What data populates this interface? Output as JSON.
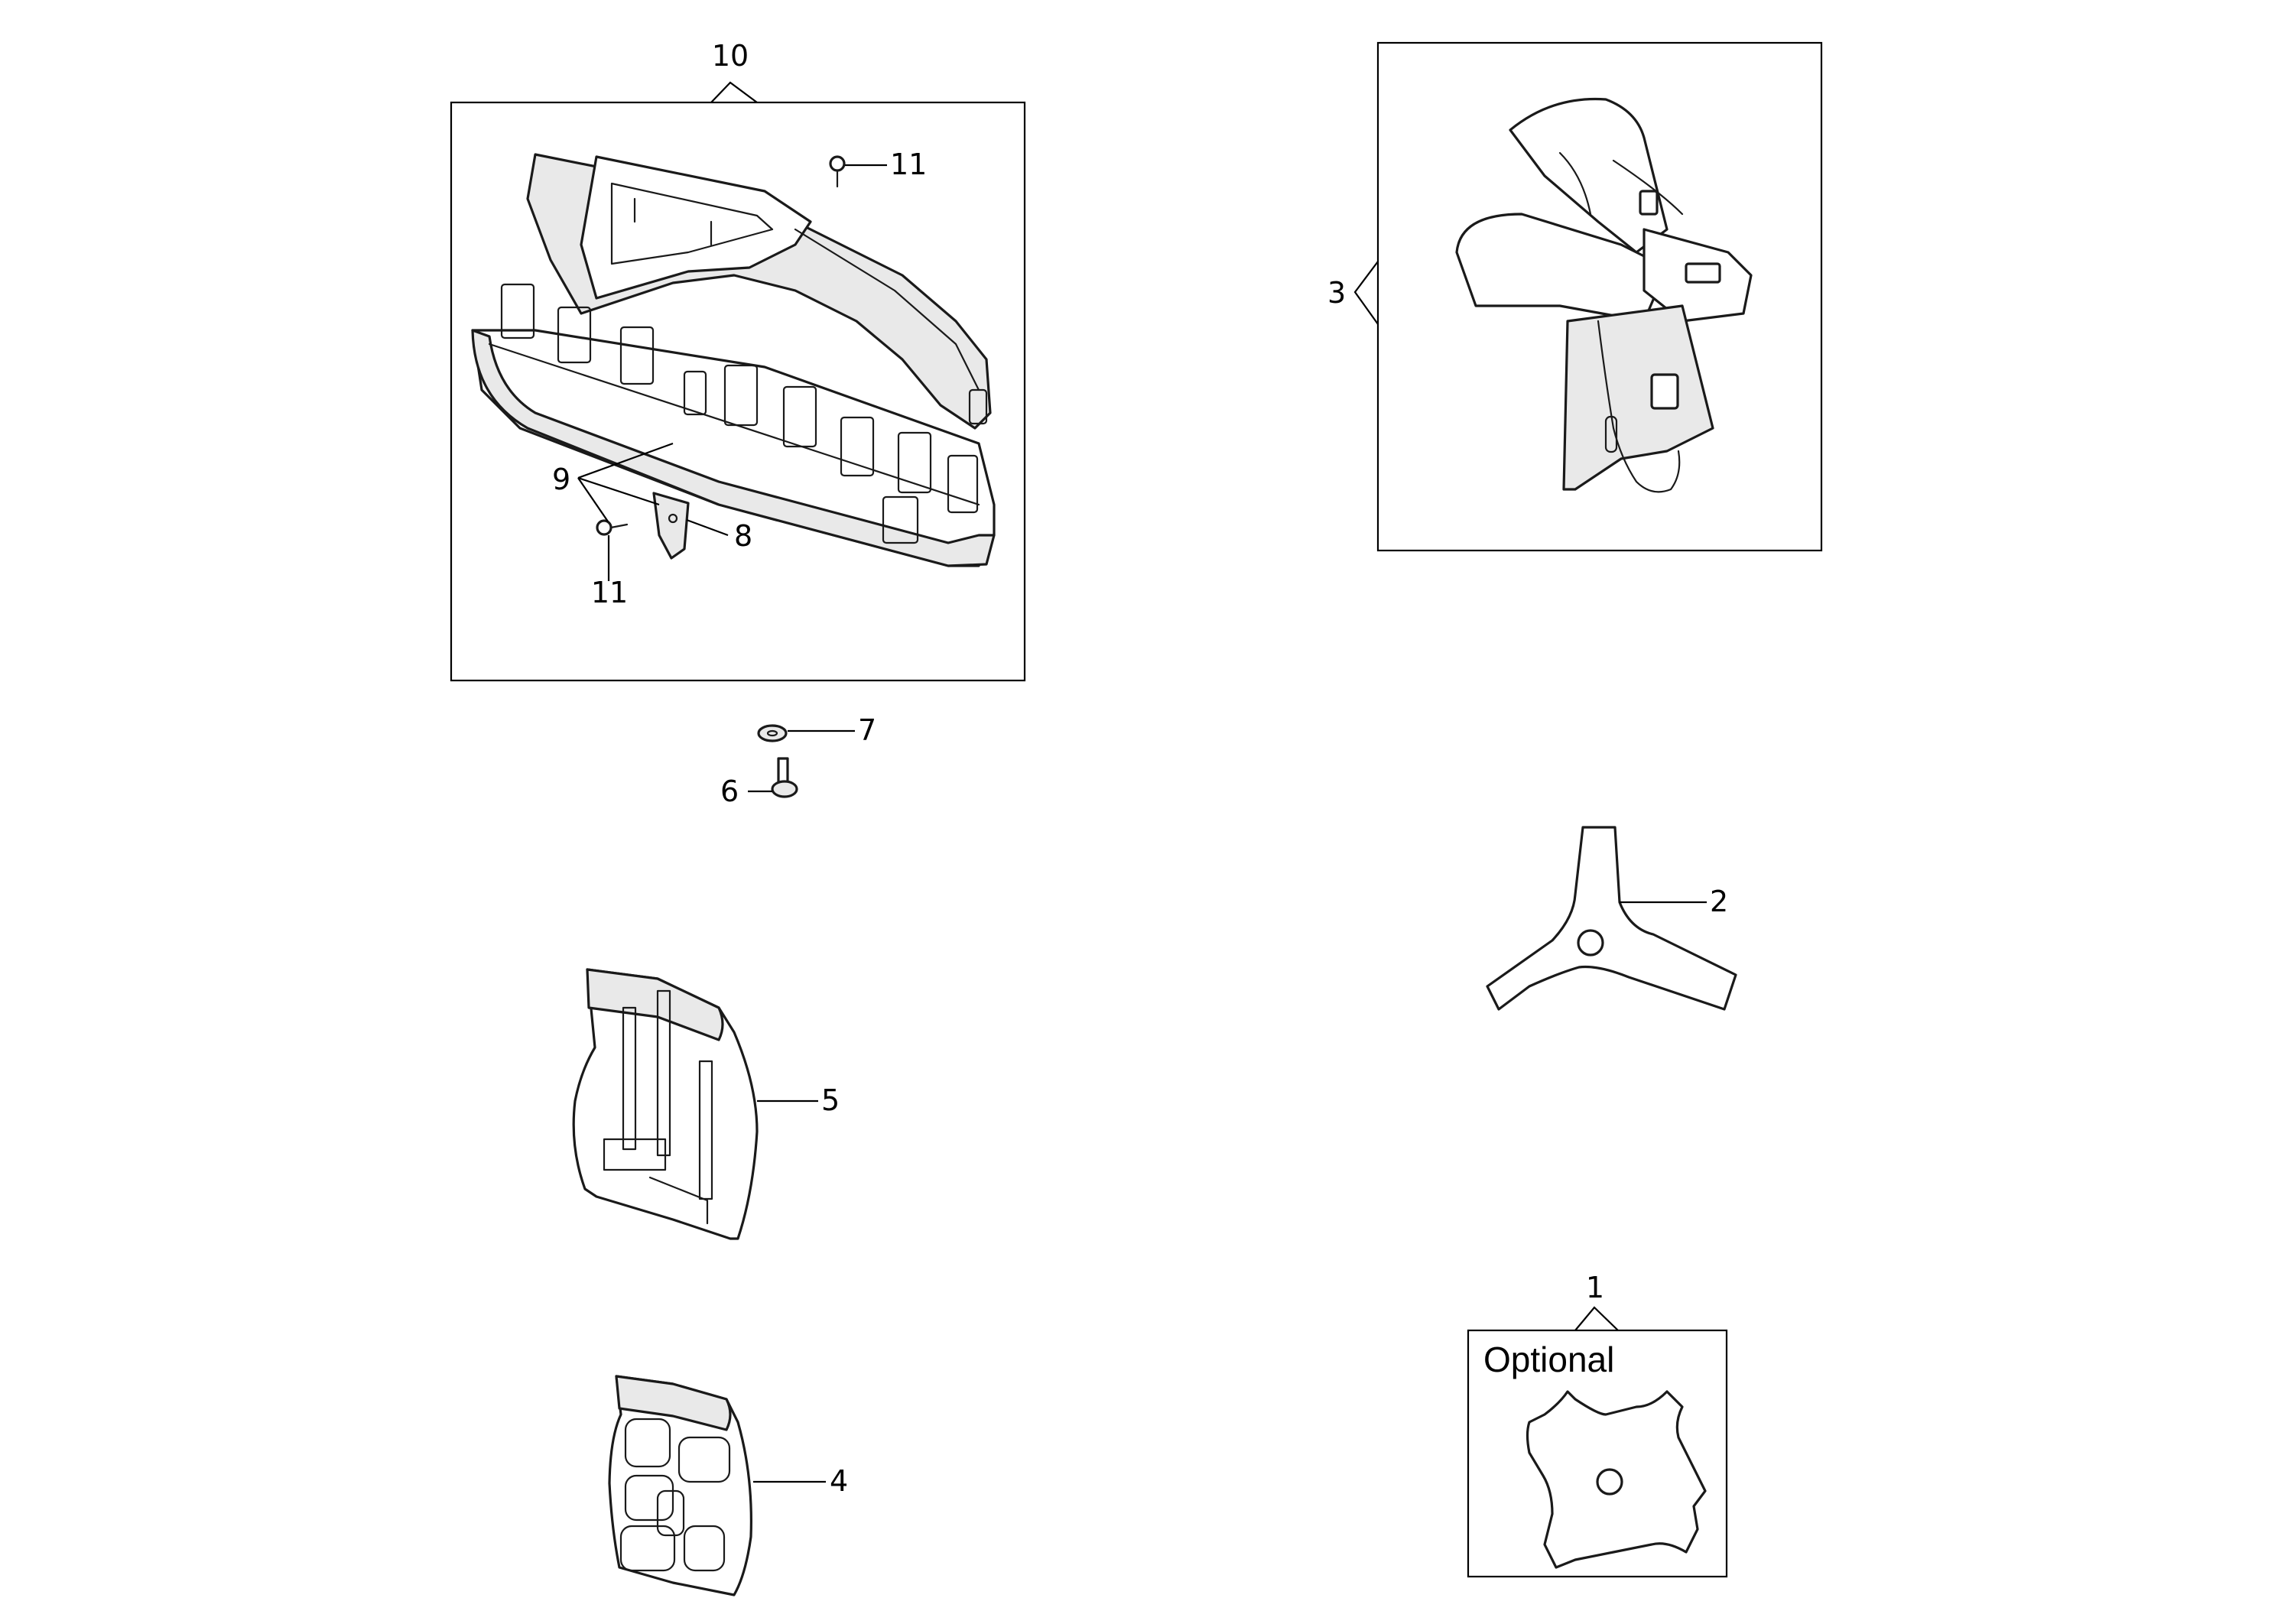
{
  "labels": {
    "p1": "1",
    "p2": "2",
    "p3": "3",
    "p4": "4",
    "p5": "5",
    "p6": "6",
    "p7": "7",
    "p8": "8",
    "p9": "9",
    "p10": "10",
    "p11a": "11",
    "p11b": "11"
  },
  "optional_box": {
    "title": "Optional"
  }
}
